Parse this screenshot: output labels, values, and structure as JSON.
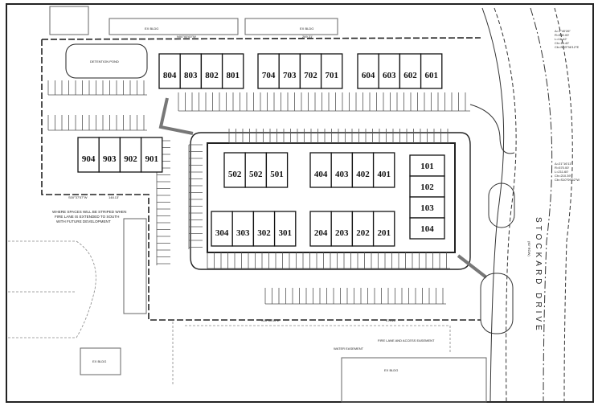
{
  "plan": {
    "street_name": "STOCKARD DRIVE",
    "street_row": "(60' ROW)",
    "detention_pond": "DETENTION POND",
    "existing_building": "EX BLDG",
    "note": [
      "WHERE SPACES WILL BE STRIPED WHEN",
      "FIRE LANE IS EXTENDED TO SOUTH",
      "WITH FUTURE DEVELOPMENT"
    ],
    "fire_lane_easement": "FIRE LANE AND ACCESS EASEMENT",
    "water_easement": "WATER EASEMENT",
    "bearing_north": "N00°00'00\"W",
    "bearing_south": "S00°00'00\"E",
    "bearing_left": "S00°37'57\"W",
    "dist_top": "269.31'",
    "dist_bottom": "474.22'",
    "dist_left": "148.13'",
    "curve1": [
      "Δ=1°40'26\"",
      "R=530.00'",
      "L=16.42'",
      "Ch=16.42'",
      "Cb=N03°36'12\"E"
    ],
    "curve2": [
      "Δ=21°16'11\"",
      "R=570.00'",
      "L=211.60'",
      "Ch=210.39'",
      "Cb=S10°09'52\"W"
    ]
  },
  "buildings": [
    {
      "units": [
        "804",
        "803",
        "802",
        "801"
      ]
    },
    {
      "units": [
        "704",
        "703",
        "702",
        "701"
      ]
    },
    {
      "units": [
        "604",
        "603",
        "602",
        "601"
      ]
    },
    {
      "units": [
        "904",
        "903",
        "902",
        "901"
      ]
    },
    {
      "units": [
        "502",
        "502",
        "501"
      ]
    },
    {
      "units": [
        "404",
        "403",
        "402",
        "401"
      ]
    },
    {
      "units": [
        "304",
        "303",
        "302",
        "301"
      ]
    },
    {
      "units": [
        "204",
        "203",
        "202",
        "201"
      ]
    },
    {
      "units": [
        "101",
        "102",
        "103",
        "104"
      ]
    }
  ]
}
